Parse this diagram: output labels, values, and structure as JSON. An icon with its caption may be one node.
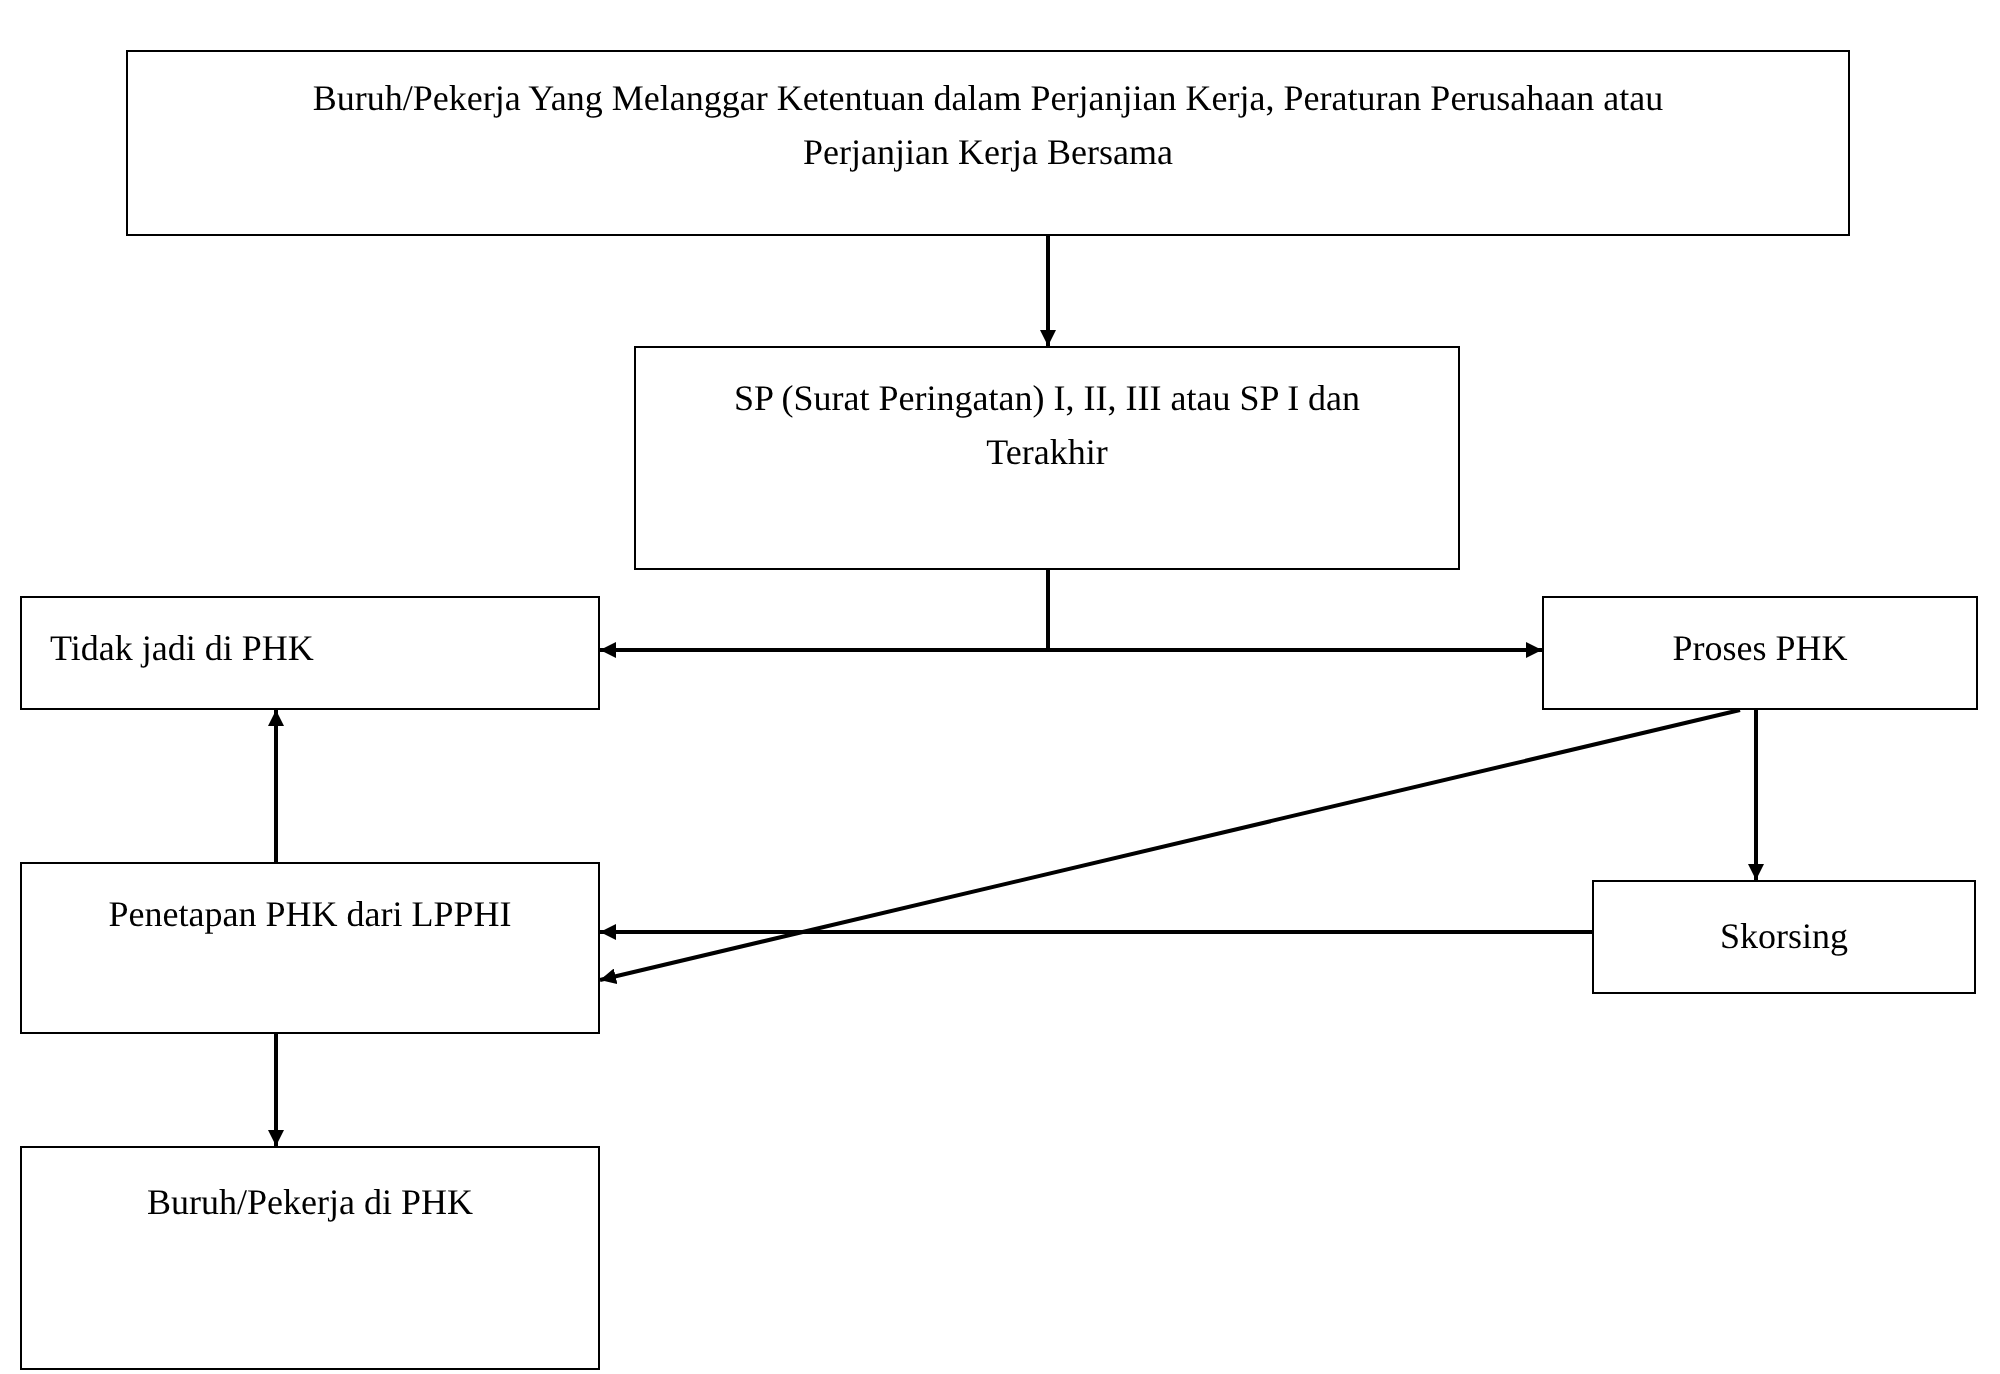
{
  "diagram": {
    "nodes": [
      {
        "text": [
          "Buruh/Pekerja Yang Melanggar Ketentuan dalam Perjanjian Kerja, Peraturan Perusahaan atau Perjanjian Kerja Bersama"
        ]
      },
      {
        "text": [
          "SP (Surat Peringatan) I, II, III atau SP I dan Terakhir"
        ]
      },
      {
        "text": [
          "Tidak jadi di PHK"
        ]
      },
      {
        "text": [
          "Proses PHK"
        ]
      },
      {
        "text": [
          "Penetapan PHK dari LPPHI"
        ]
      },
      {
        "text": [
          "Skorsing"
        ]
      },
      {
        "text": [
          "Buruh/Pekerja di PHK"
        ]
      }
    ],
    "edges": [
      {
        "from": 0,
        "to": 1,
        "arrow": "to"
      },
      {
        "from": 1,
        "to": 2,
        "arrow": "to"
      },
      {
        "from": 1,
        "to": 3,
        "arrow": "to"
      },
      {
        "from": 3,
        "to": 4,
        "arrow": "to"
      },
      {
        "from": 3,
        "to": 5,
        "arrow": "to"
      },
      {
        "from": 5,
        "to": 4,
        "arrow": "to"
      },
      {
        "from": 4,
        "to": 2,
        "arrow": "to"
      },
      {
        "from": 4,
        "to": 6,
        "arrow": "to"
      }
    ]
  }
}
